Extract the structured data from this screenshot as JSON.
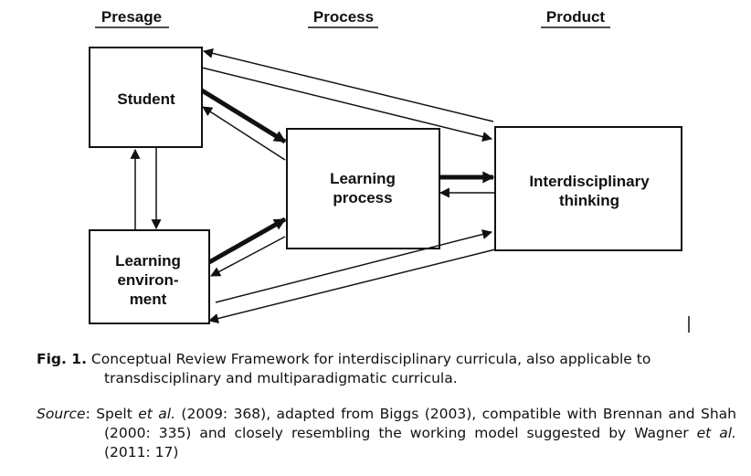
{
  "columns": {
    "presage": "Presage",
    "process": "Process",
    "product": "Product"
  },
  "boxes": {
    "student": "Student",
    "learning_environment": [
      "Learning",
      "environ-",
      "ment"
    ],
    "learning_process": [
      "Learning",
      "process"
    ],
    "interdisciplinary_thinking": [
      "Interdisciplinary",
      "thinking"
    ]
  },
  "caption": {
    "fig_label": "Fig. 1.",
    "fig_text": "Conceptual Review Framework for interdisciplinary curricula, also applicable to transdisciplinary and multiparadigmatic curricula.",
    "source_label": "Source",
    "source_parts": {
      "a": ": Spelt ",
      "b": "et al.",
      "c": " (2009: 368), adapted from Biggs (2003), compatible with Brennan and Shah (2000: 335) and closely resembling the working model suggested by Wagner ",
      "d": "et al.",
      "e": " (2011: 17)"
    }
  }
}
